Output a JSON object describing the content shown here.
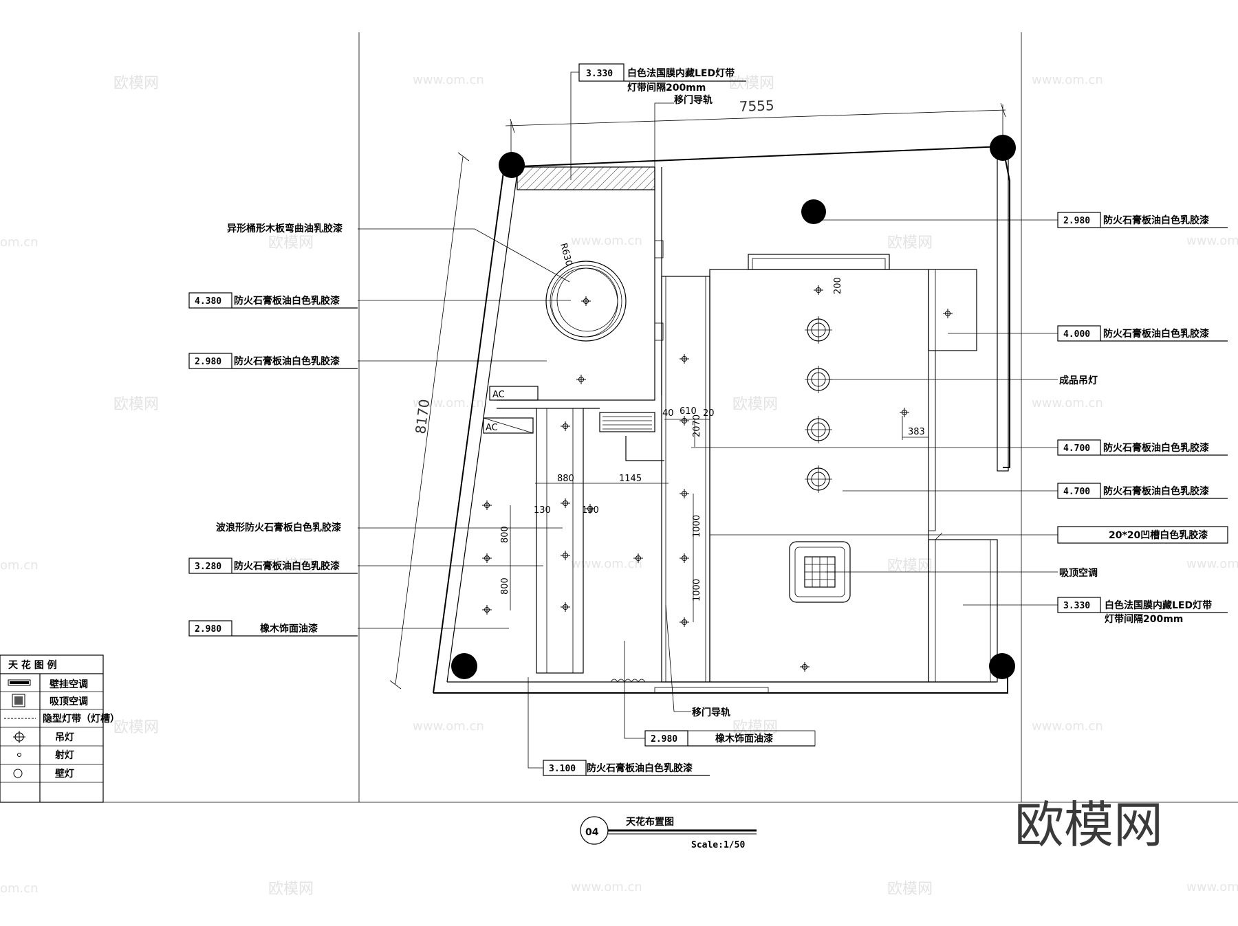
{
  "drawing": {
    "number": "04",
    "title": "天花布置图",
    "scale": "Scale:1/50",
    "watermark_cn": "欧模网",
    "watermark_url": "www.om.cn",
    "watermark_url_short": "om.cn",
    "logo": "欧模网"
  },
  "dimensions": {
    "total_width": "7555",
    "total_height": "8170",
    "radius": "R630",
    "d200": "200",
    "d40": "40",
    "d610": "610",
    "d20": "20",
    "d2070": "2070",
    "d383": "383",
    "d880": "880",
    "d1145": "1145",
    "d130a": "130",
    "d130b": "130",
    "d800a": "800",
    "d800b": "800",
    "d1000a": "1000",
    "d1000b": "1000"
  },
  "tags": {
    "ac1": "AC",
    "ac2": "AC"
  },
  "annotations_left": [
    {
      "height": "",
      "text": "异形桶形木板弯曲油乳胶漆"
    },
    {
      "height": "4.380",
      "text": "防火石膏板油白色乳胶漆"
    },
    {
      "height": "2.980",
      "text": "防火石膏板油白色乳胶漆"
    },
    {
      "height": "",
      "text": "波浪形防火石膏板白色乳胶漆"
    },
    {
      "height": "3.280",
      "text": "防火石膏板油白色乳胶漆"
    },
    {
      "height": "2.980",
      "text": "橡木饰面油漆"
    }
  ],
  "annotations_right": [
    {
      "height": "2.980",
      "text": "防火石膏板油白色乳胶漆"
    },
    {
      "height": "4.000",
      "text": "防火石膏板油白色乳胶漆"
    },
    {
      "height": "",
      "text": "成品吊灯"
    },
    {
      "height": "4.700",
      "text": "防火石膏板油白色乳胶漆"
    },
    {
      "height": "4.700",
      "text": "防火石膏板油白色乳胶漆"
    },
    {
      "height": "",
      "text": "20*20凹槽白色乳胶漆"
    },
    {
      "height": "",
      "text": "吸顶空调"
    },
    {
      "height": "3.330",
      "text": "白色法国膜内藏LED灯带",
      "sub": "灯带间隔200mm"
    }
  ],
  "annotations_top": {
    "height": "3.330",
    "text": "白色法国膜内藏LED灯带",
    "sub": "灯带间隔200mm",
    "rail": "移门导轨"
  },
  "annotations_bottom": [
    {
      "height": "",
      "text": "移门导轨"
    },
    {
      "height": "2.980",
      "text": "橡木饰面油漆"
    },
    {
      "height": "3.100",
      "text": "防火石膏板油白色乳胶漆"
    }
  ],
  "legend": {
    "title": "天 花 图 例",
    "items": [
      {
        "icon": "wall-ac-icon",
        "label": "壁挂空调"
      },
      {
        "icon": "ceiling-ac-icon",
        "label": "吸顶空调"
      },
      {
        "icon": "hidden-light-strip-icon",
        "label": "隐型灯带（灯槽）"
      },
      {
        "icon": "pendant-light-icon",
        "label": "吊灯"
      },
      {
        "icon": "spot-light-icon",
        "label": "射灯"
      },
      {
        "icon": "wall-light-icon",
        "label": "壁灯"
      }
    ]
  }
}
